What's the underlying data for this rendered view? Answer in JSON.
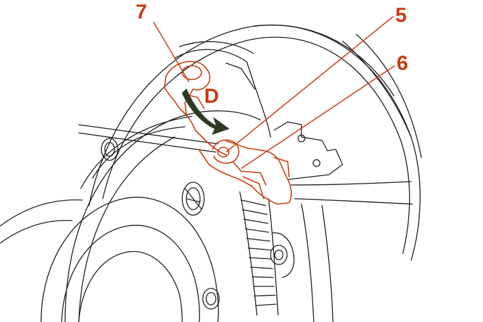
{
  "labels": {
    "part_7": "7",
    "part_5": "5",
    "part_6": "6",
    "direction_d": "D"
  },
  "colors": {
    "callout": "#c93a0e",
    "line_art": "#1a1a1a",
    "arrow": "#2f3b22",
    "background": "#ffffff"
  }
}
